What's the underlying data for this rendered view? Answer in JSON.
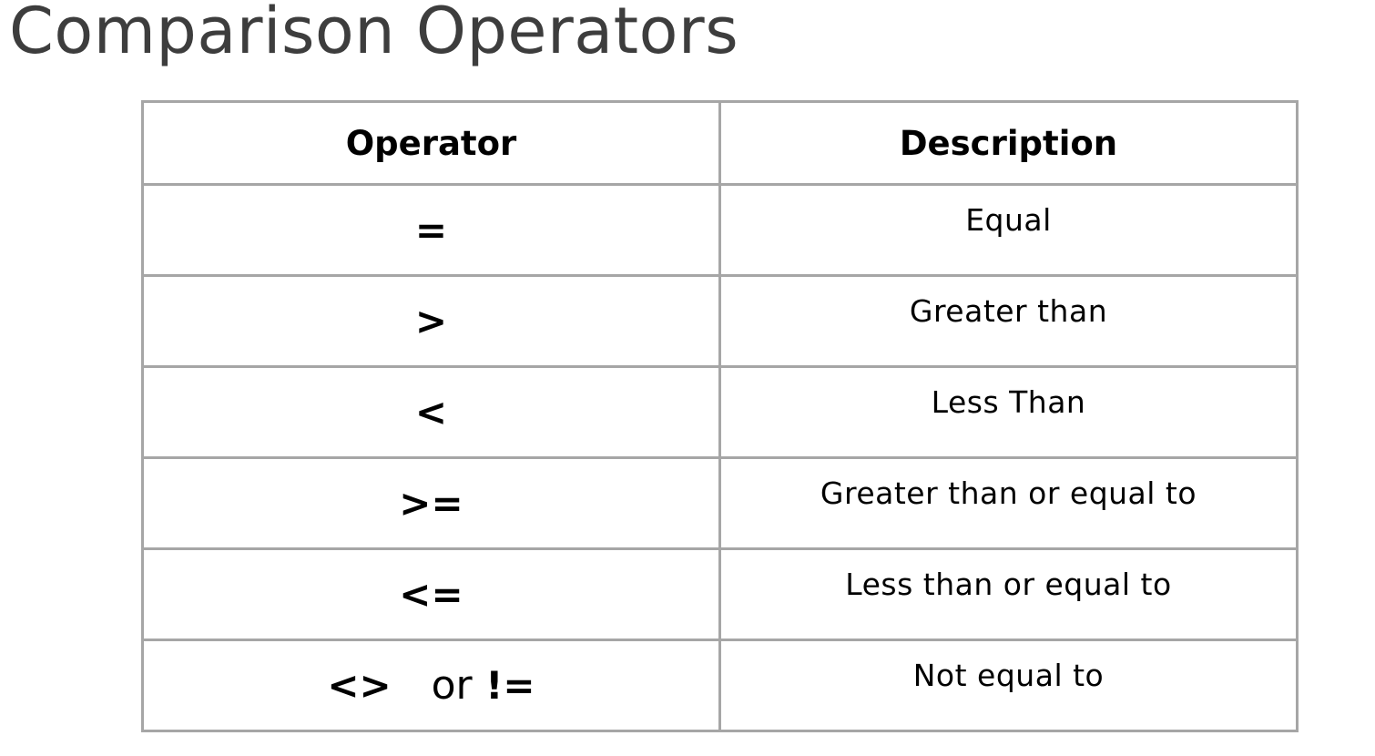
{
  "title": "Comparison Operators",
  "table": {
    "headers": [
      "Operator",
      "Description"
    ],
    "rows": [
      {
        "operator": "=",
        "description": "Equal"
      },
      {
        "operator": ">",
        "description": "Greater than"
      },
      {
        "operator": "<",
        "description": "Less Than"
      },
      {
        "operator": ">=",
        "description": "Greater than or equal to"
      },
      {
        "operator": "<=",
        "description": "Less than or equal to"
      },
      {
        "operator_a": "<>",
        "operator_or": "or",
        "operator_b": "!=",
        "description": "Not equal to"
      }
    ]
  },
  "colors": {
    "title": "#3d3d3d",
    "border": "#a6a6a6",
    "text": "#000000",
    "background": "#ffffff"
  }
}
